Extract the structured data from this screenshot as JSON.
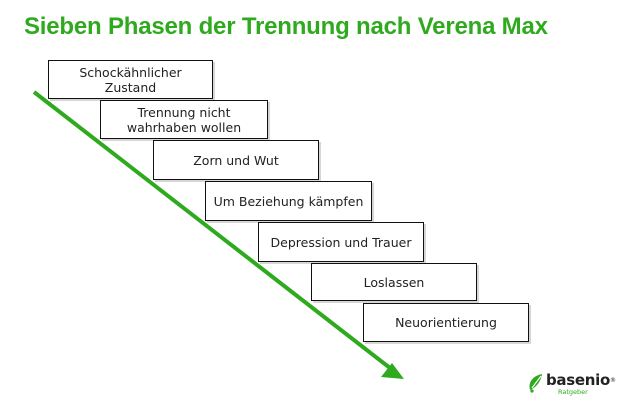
{
  "title": "Sieben Phasen der Trennung nach Verena Max",
  "colors": {
    "accent": "#2faa1f",
    "box_border": "#111111",
    "text": "#222222"
  },
  "stages": [
    {
      "label": "Schockähnlicher\nZustand"
    },
    {
      "label": "Trennung nicht\nwahrhaben wollen"
    },
    {
      "label": "Zorn und Wut"
    },
    {
      "label": "Um Beziehung kämpfen"
    },
    {
      "label": "Depression und Trauer"
    },
    {
      "label": "Loslassen"
    },
    {
      "label": "Neuorientierung"
    }
  ],
  "logo": {
    "icon": "leaf-icon",
    "name": "basenio",
    "registered": "®",
    "tagline": "Ratgeber"
  }
}
